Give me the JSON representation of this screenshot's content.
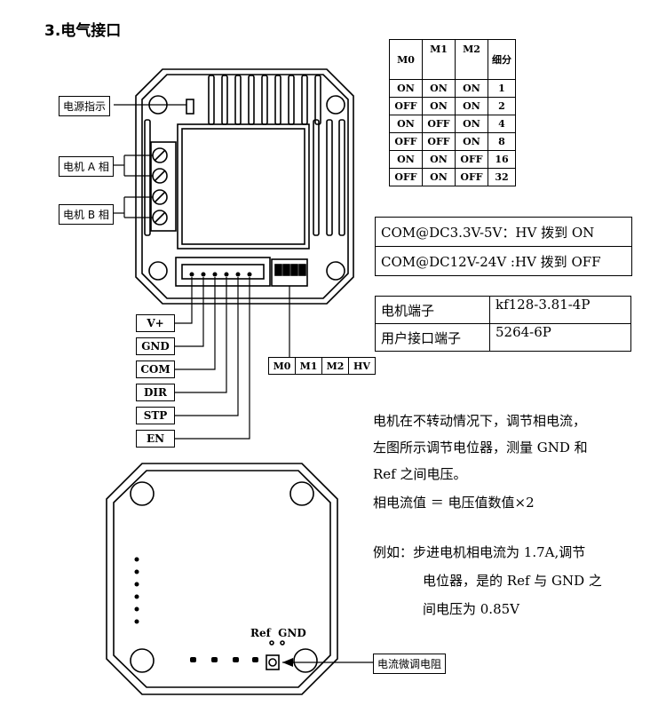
{
  "section_title": "3.电气接口",
  "labels": {
    "power_indicator": "电源指示",
    "motor_a": "电机 A 相",
    "motor_b": "电机 B 相",
    "pot_label": "电流微调电阻"
  },
  "pins": [
    "V+",
    "GND",
    "COM",
    "DIR",
    "STP",
    "EN"
  ],
  "switch_labels": [
    "M0",
    "M1",
    "M2",
    "HV"
  ],
  "microstep_table": {
    "headers": [
      "M0",
      "M1",
      "M2",
      "细分"
    ],
    "rows": [
      [
        "ON",
        "ON",
        "ON",
        "1"
      ],
      [
        "OFF",
        "ON",
        "ON",
        "2"
      ],
      [
        "ON",
        "OFF",
        "ON",
        "4"
      ],
      [
        "OFF",
        "OFF",
        "ON",
        "8"
      ],
      [
        "ON",
        "ON",
        "OFF",
        "16"
      ],
      [
        "OFF",
        "ON",
        "OFF",
        "32"
      ]
    ]
  },
  "voltage_rows": [
    "COM@DC3.3V-5V：HV 拨到 ON",
    "COM@DC12V-24V :HV 拨到 OFF"
  ],
  "connector_table": [
    [
      "电机端子",
      "kf128-3.81-4P"
    ],
    [
      "用户接口端子",
      "5264-6P"
    ]
  ],
  "instructions": {
    "p1_line1": "电机在不转动情况下，调节相电流，",
    "p1_line2": "左图所示调节电位器，测量 GND 和",
    "p1_line3": "Ref 之间电压。",
    "formula": "相电流值 ＝ 电压值数值×2",
    "example_line1": "例如：步进电机相电流为 1.7A,调节",
    "example_line2": "电位器，是的 Ref 与 GND 之",
    "example_line3": "间电压为 0.85V"
  },
  "ref_gnd": "Ref  GND"
}
